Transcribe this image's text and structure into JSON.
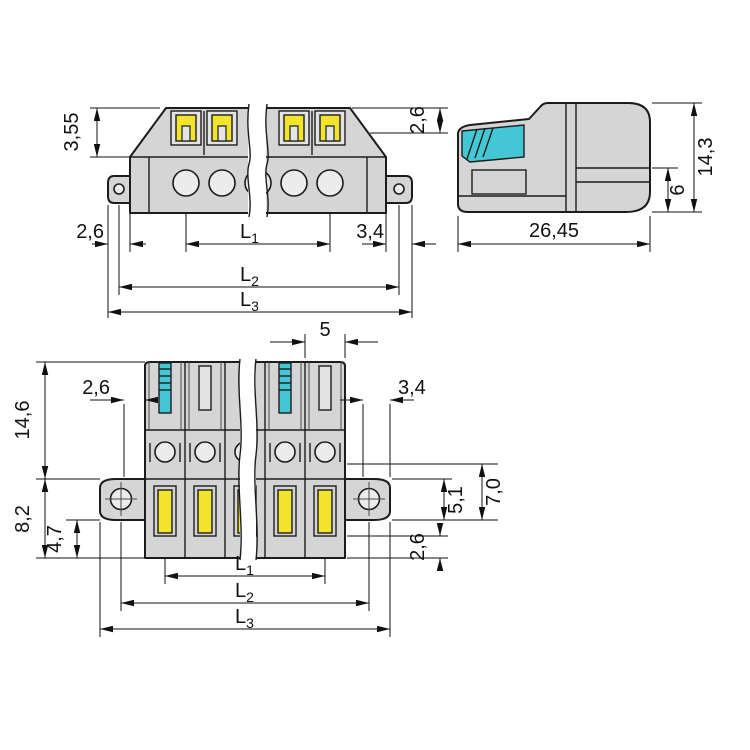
{
  "colors": {
    "background": "#ffffff",
    "outline": "#1c1c1c",
    "body": "#d5d5d5",
    "body_light": "#e3e3e3",
    "hole": "#ececec",
    "yellow": "#f2e42c",
    "cyan": "#43c7d4",
    "dim_text": "#111111"
  },
  "labels": {
    "L": "L",
    "s1": "1",
    "s2": "2",
    "s3": "3"
  },
  "front_view": {
    "dim_chamfer": "3,55",
    "dim_top_right": "2,6",
    "dim_left_tab": "2,6",
    "dim_right_tab": "3,4"
  },
  "side_view": {
    "dim_width": "26,45",
    "dim_height": "14,3",
    "dim_lower": "6"
  },
  "bottom_view": {
    "dim_pitch": "5",
    "dim_wall": "2,6",
    "dim_flange": "3,4",
    "dim_upper_height": "14,6",
    "dim_lower_height": "8,2",
    "dim_foot": "4,7",
    "dim_flange_thickness": "5,1",
    "dim_flange_depth": "7,0",
    "dim_bottom": "2,6"
  }
}
